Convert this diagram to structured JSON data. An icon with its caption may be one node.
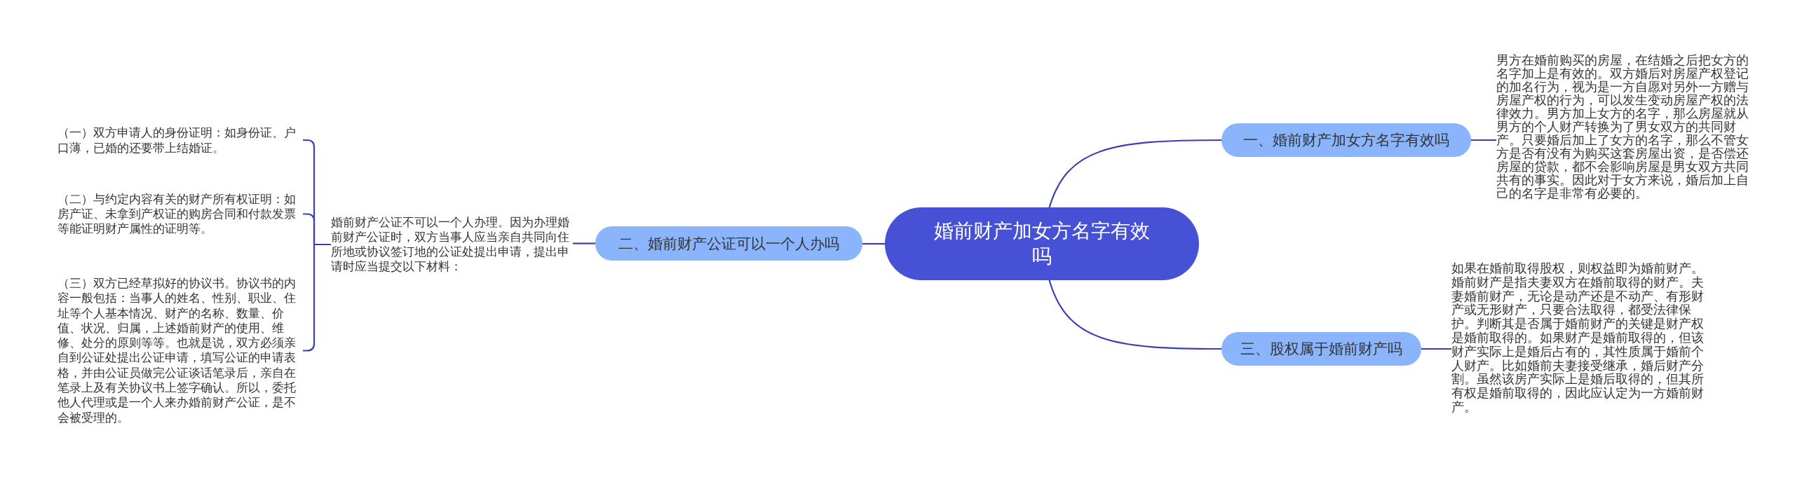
{
  "diagram": {
    "nodes": [
      {
        "text": [
          "婚前财产加女方名字有效吗"
        ]
      },
      {
        "text": [
          "一、婚前财产加女方名字有效吗"
        ]
      },
      {
        "text": [
          "男方在婚前购买的房屋，在结婚之后把女方的名字加上是有效的。双方婚后对房屋产权登记的加名行为，视为是一方自愿对另外一方赠与房屋产权的行为，可以发生变动房屋产权的法律效力。男方加上女方的名字，那么房屋就从男方的个人财产转换为了男女双方的共同财产。只要婚后加上了女方的名字，那么不管女方是否有没有为购买这套房屋出资，是否偿还房屋的贷款，都不会影响房屋是男女双方共同共有的事实。因此对于女方来说，婚后加上自己的名字是非常有必要的。"
        ]
      },
      {
        "text": [
          "二、婚前财产公证可以一个人办吗"
        ]
      },
      {
        "text": [
          "婚前财产公证不可以一个人办理。因为办理婚前财产公证时，双方当事人应当亲自共同向住所地或协议签订地的公证处提出申请，提出申请时应当提交以下材料："
        ]
      },
      {
        "text": [
          "（一）双方申请人的身份证明：如身份证、户口薄，已婚的还要带上结婚证。"
        ]
      },
      {
        "text": [
          "（二）与约定内容有关的财产所有权证明：如房产证、未拿到产权证的购房合同和付款发票等能证明财产属性的证明等。"
        ]
      },
      {
        "text": [
          "（三）双方已经草拟好的协议书。协议书的内容一般包括：当事人的姓名、性别、职业、住址等个人基本情况、财产的名称、数量、价值、状况、归属，上述婚前财产的使用、维修、处分的原则等等。也就是说，双方必须亲自到公证处提出公证申请，填写公证的申请表格，并由公证员做完公证谈话笔录后，亲自在笔录上及有关协议书上签字确认。所以，委托他人代理或是一个人来办婚前财产公证，是不会被受理的。"
        ]
      },
      {
        "text": [
          "三、股权属于婚前财产吗"
        ]
      },
      {
        "text": [
          "如果在婚前取得股权，则权益即为婚前财产。婚前财产是指夫妻双方在婚前取得的财产。夫妻婚前财产，无论是动产还是不动产、有形财产或无形财产，只要合法取得，都受法律保护。判断其是否属于婚前财产的关键是财产权是婚前取得的。如果财产是婚前取得的，但该财产实际上是婚后占有的，其性质属于婚前个人财产。比如婚前夫妻接受继承，婚后财产分割。虽然该房产实际上是婚后取得的，但其所有权是婚前取得的，因此应认定为一方婚前财产。"
        ]
      }
    ],
    "edges": [
      {
        "from": 0,
        "to": 1,
        "arrow": "none"
      },
      {
        "from": 1,
        "to": 2,
        "arrow": "none"
      },
      {
        "from": 0,
        "to": 3,
        "arrow": "none"
      },
      {
        "from": 3,
        "to": 4,
        "arrow": "none"
      },
      {
        "from": 4,
        "to": 5,
        "arrow": "none"
      },
      {
        "from": 4,
        "to": 6,
        "arrow": "none"
      },
      {
        "from": 4,
        "to": 7,
        "arrow": "none"
      },
      {
        "from": 0,
        "to": 8,
        "arrow": "none"
      },
      {
        "from": 8,
        "to": 9,
        "arrow": "none"
      }
    ]
  }
}
